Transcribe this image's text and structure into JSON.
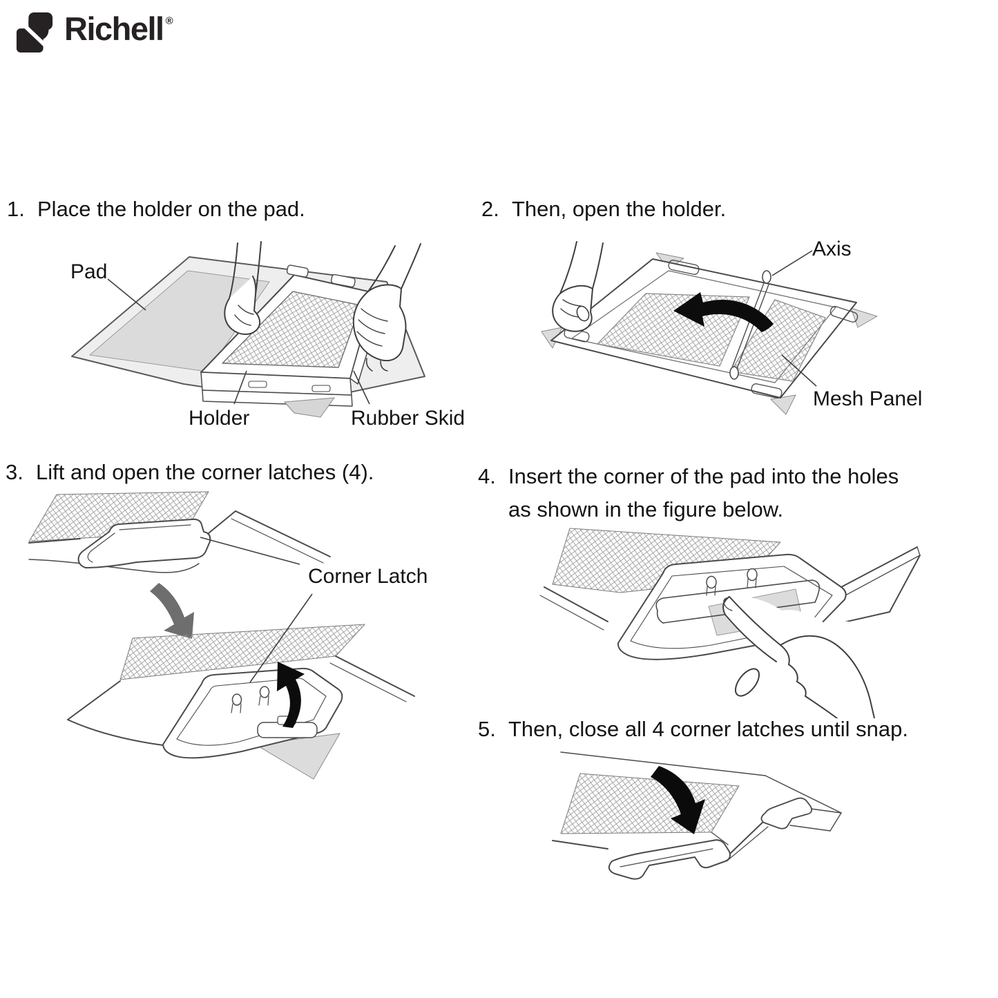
{
  "page": {
    "background": "#ffffff"
  },
  "brand": {
    "name": "Richell",
    "registered_mark": "®"
  },
  "steps": [
    {
      "number": "1.",
      "text": "Place the holder on the pad."
    },
    {
      "number": "2.",
      "text": "Then, open the holder."
    },
    {
      "number": "3.",
      "text": "Lift and open the corner latches (4)."
    },
    {
      "number": "4.",
      "text": "Insert the corner of the pad into the holes as shown in the figure below."
    },
    {
      "number": "5.",
      "text": "Then, close all 4 corner latches until snap."
    }
  ],
  "part_labels": {
    "pad": "Pad",
    "holder": "Holder",
    "rubber_skid": "Rubber Skid",
    "axis": "Axis",
    "mesh_panel": "Mesh Panel",
    "corner_latch": "Corner Latch"
  },
  "icons": {
    "brand_mark": "richell-logo-mark",
    "step2_arrow": "curved-arrow-fold-open",
    "step3_transition_arrow": "thick-gray-arrow-down-right",
    "step3_latch_arrow": "curved-arrow-lift-up",
    "step5_latch_arrow": "curved-arrow-close-down"
  },
  "colors": {
    "text": "#141414",
    "line_art": "#4a4a4a",
    "pad_fill": "#eeeeee",
    "pad_inner_fill": "#dbdbdb",
    "black_arrow": "#0c0c0c",
    "gray_arrow": "#6e6e6e"
  }
}
